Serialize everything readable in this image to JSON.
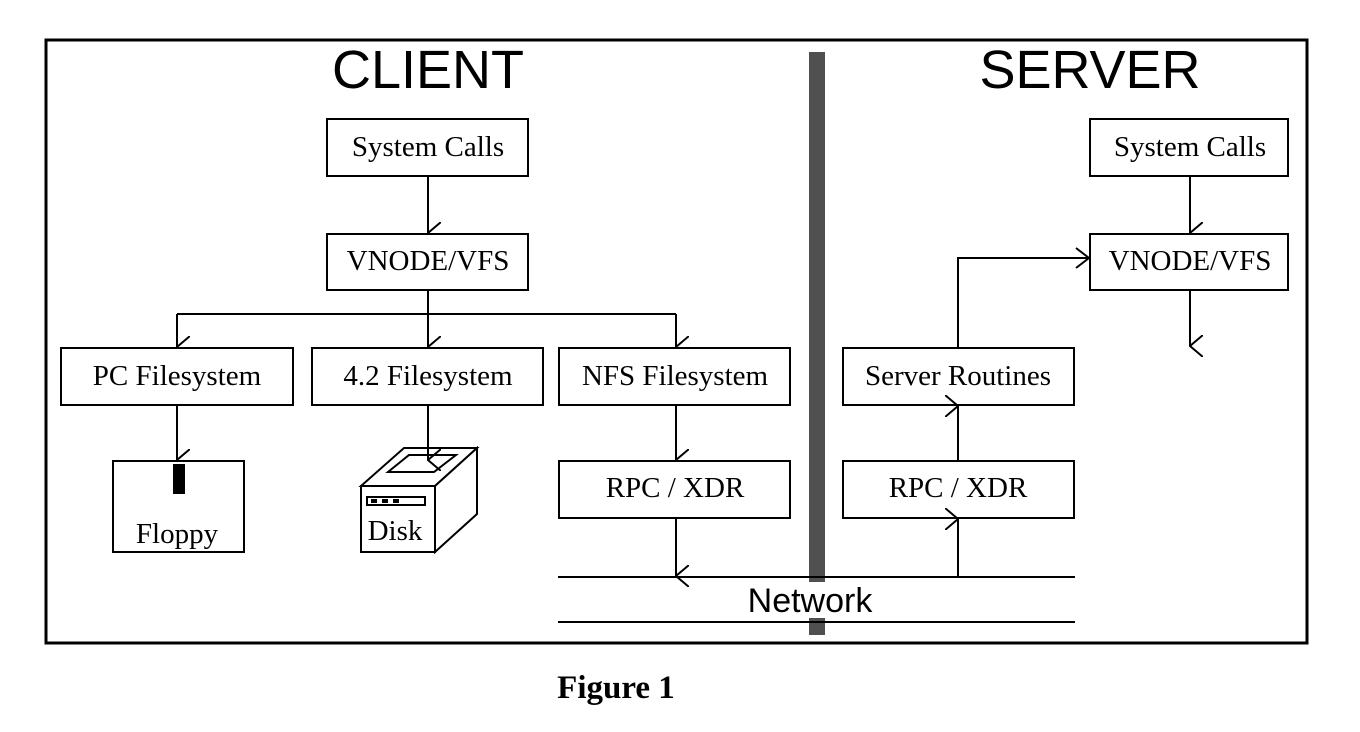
{
  "client": {
    "title": "CLIENT",
    "system_calls": "System Calls",
    "vnode_vfs": "VNODE/VFS",
    "pc_filesystem": "PC Filesystem",
    "fs42": "4.2 Filesystem",
    "nfs_filesystem": "NFS Filesystem",
    "rpc_xdr": "RPC / XDR",
    "floppy": "Floppy",
    "disk": "Disk"
  },
  "server": {
    "title": "SERVER",
    "system_calls": "System Calls",
    "vnode_vfs": "VNODE/VFS",
    "server_routines": "Server Routines",
    "rpc_xdr": "RPC / XDR"
  },
  "network": {
    "label": "Network"
  },
  "caption": "Figure 1",
  "colors": {
    "divider": "#505050",
    "line": "#000000",
    "background": "#ffffff"
  }
}
